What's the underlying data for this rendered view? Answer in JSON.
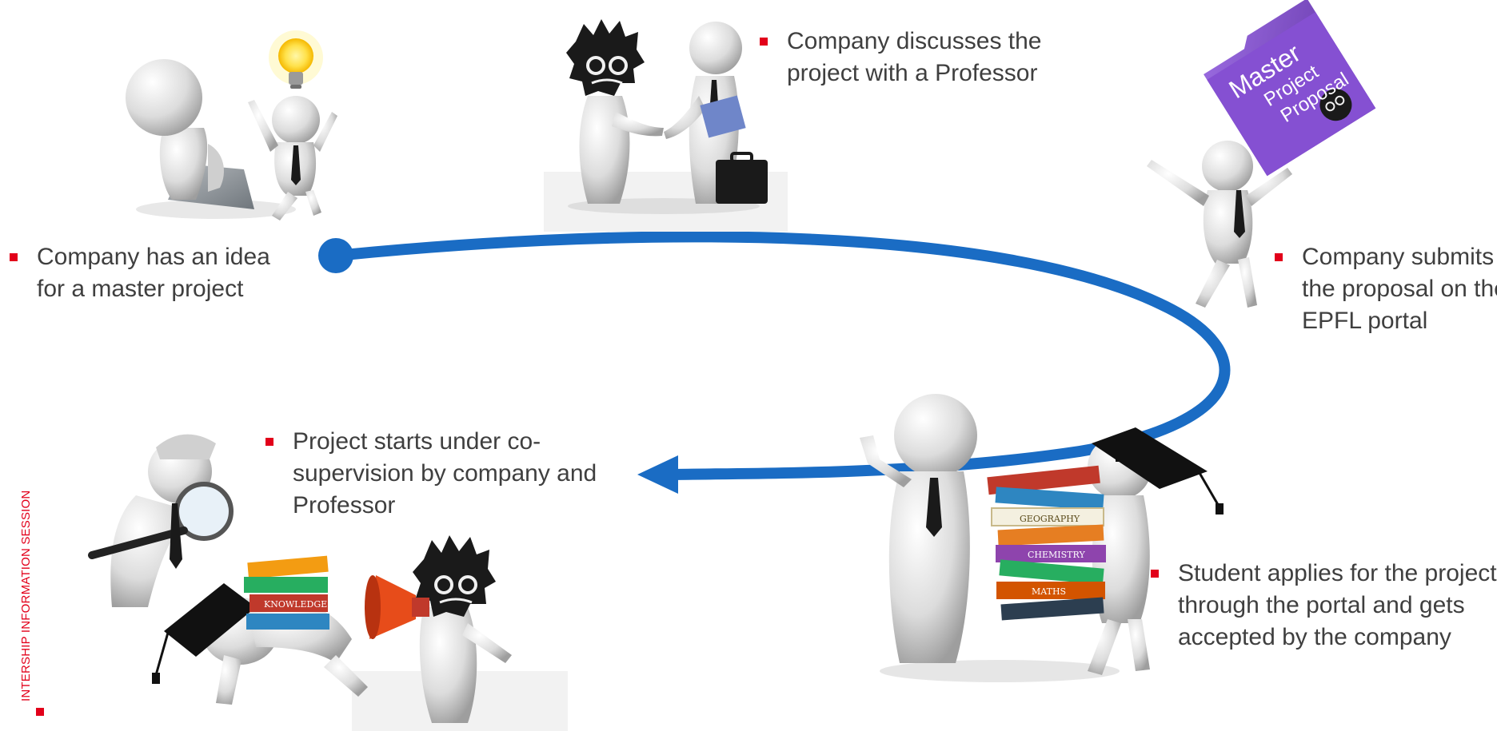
{
  "colors": {
    "accent_red": "#e2001a",
    "arrow_blue": "#1a6cc4",
    "text_gray": "#3f3f3f",
    "folder_purple": "#7a4cc0"
  },
  "side_label": "INTERSHIP INFORMATION SESSION",
  "steps": [
    {
      "text": "Company has an idea for a master project"
    },
    {
      "text": "Company discusses the project with a Professor"
    },
    {
      "text": "Company submits the proposal on the EPFL portal"
    },
    {
      "text": "Student applies for the project through the portal and gets accepted by the company"
    },
    {
      "text": "Project starts under co-supervision by company and Professor"
    }
  ],
  "folder": {
    "line1": "Master",
    "line2": "Project",
    "line3": "Proposal"
  },
  "book_labels": {
    "geography": "GEOGRAPHY",
    "chemistry": "CHEMISTRY",
    "maths": "MATHS",
    "knowledge": "KNOWLEDGE"
  },
  "icons": [
    "lightbulb-icon",
    "handshake-icon",
    "briefcase-icon",
    "folder-icon",
    "graduation-cap-icon",
    "books-icon",
    "magnifier-icon",
    "megaphone-icon"
  ]
}
